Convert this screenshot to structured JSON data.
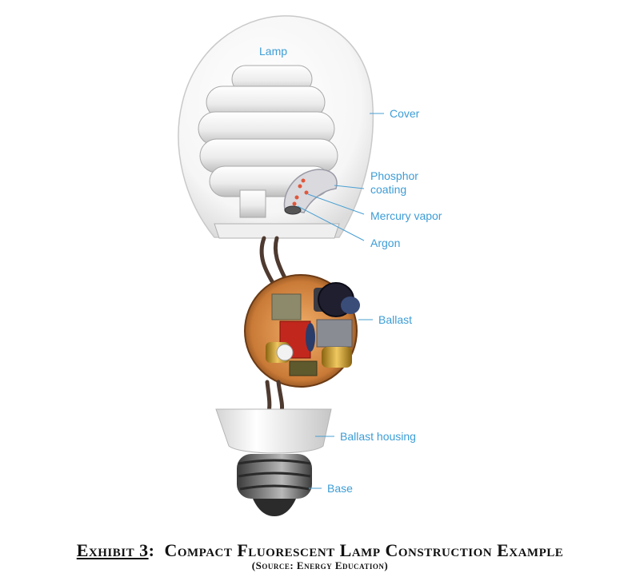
{
  "labels": {
    "lamp": "Lamp",
    "cover": "Cover",
    "phosphor_line1": "Phosphor",
    "phosphor_line2": "coating",
    "mercury": "Mercury vapor",
    "argon": "Argon",
    "ballast": "Ballast",
    "ballast_housing": "Ballast housing",
    "base": "Base"
  },
  "caption": {
    "exhibit": "Exhibit 3",
    "separator": ":  ",
    "title": "Compact Fluorescent Lamp Construction Example",
    "source": "(Source:  Energy Education)"
  },
  "colors": {
    "label": "#3d9dd6",
    "leader": "#4a9fd2"
  }
}
